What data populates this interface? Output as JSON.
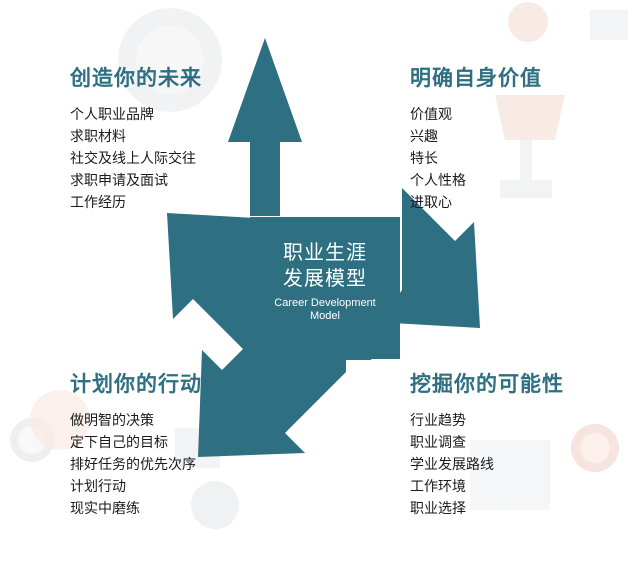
{
  "center": {
    "title_line1": "职业生涯",
    "title_line2": "发展模型",
    "subtitle_line1": "Career Development",
    "subtitle_line2": "Model"
  },
  "quadrants": {
    "top_left": {
      "heading": "创造你的未来",
      "items": [
        "个人职业品牌",
        "求职材料",
        "社交及线上人际交往",
        "求职申请及面试",
        "工作经历"
      ]
    },
    "top_right": {
      "heading": "明确自身价值",
      "items": [
        "价值观",
        "兴趣",
        "特长",
        "个人性格",
        "进取心"
      ]
    },
    "bottom_left": {
      "heading": "计划你的行动",
      "items": [
        "做明智的决策",
        "定下自己的目标",
        "排好任务的优先次序",
        "计划行动",
        "现实中磨练"
      ]
    },
    "bottom_right": {
      "heading": "挖掘你的可能性",
      "items": [
        "行业趋势",
        "职业调查",
        "学业发展路线",
        "工作环境",
        "职业选择"
      ]
    }
  },
  "colors": {
    "teal": "#2e6f82",
    "text": "#1b1b1b",
    "faded_accent": "#f2d2c8",
    "faded_gray": "#e3e6e9"
  }
}
